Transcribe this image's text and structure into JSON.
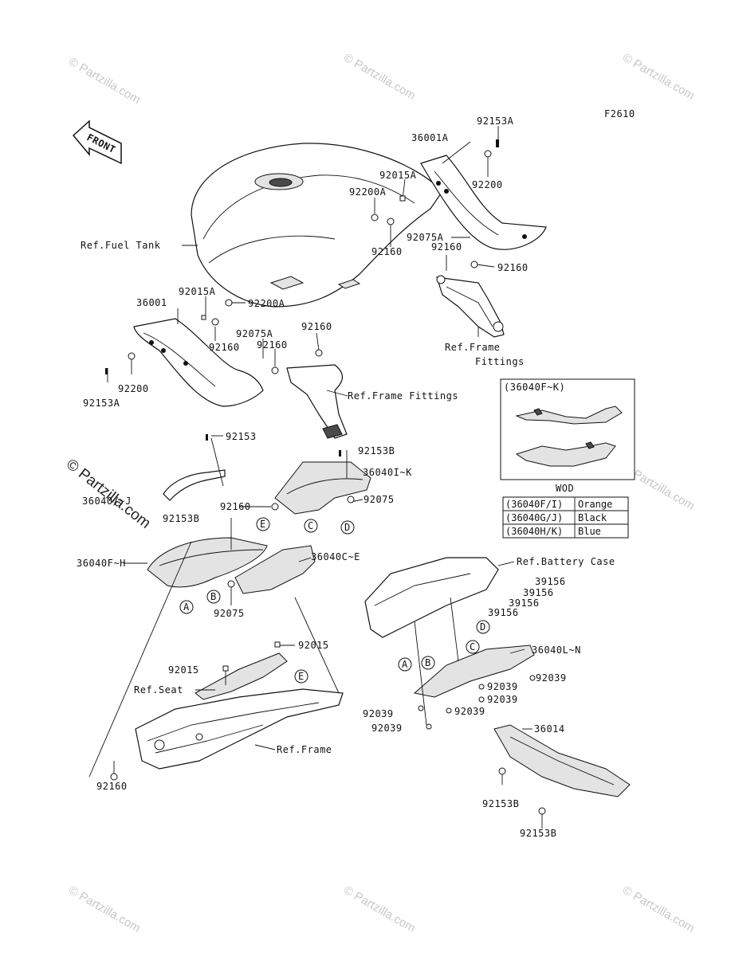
{
  "figure_code": "F2610",
  "front_arrow": "FRONT",
  "watermark": "© Partzilla.com",
  "parts": {
    "p92153A_top": "92153A",
    "p36001A": "36001A",
    "p92200_top": "92200",
    "p92015A_top": "92015A",
    "p92200A_top": "92200A",
    "p92160_a": "92160",
    "p92075A_top": "92075A",
    "p92160_b": "92160",
    "p92160_c": "92160",
    "ref_fuel_tank": "Ref.Fuel Tank",
    "ref_frame_fittings_r1": "Ref.Frame",
    "ref_frame_fittings_r2": "Fittings",
    "p36001": "36001",
    "p92015A_left": "92015A",
    "p92200A_left": "92200A",
    "p92075A_left": "92075A",
    "p92160_d": "92160",
    "p92160_e": "92160",
    "p92160_f": "92160",
    "p92200_left": "92200",
    "p92153A_left": "92153A",
    "ref_frame_fittings": "Ref.Frame Fittings",
    "p92153": "92153",
    "p92153B_a": "92153B",
    "p36040I_K": "36040I~K",
    "p36040_J": "36040/~J",
    "p92160_g": "92160",
    "p92075_a": "92075",
    "p92153B_b": "92153B",
    "p36040F_H": "36040F~H",
    "p36040C_E": "36040C~E",
    "p92075_b": "92075",
    "ref_battery_case": "Ref.Battery Case",
    "p39156_a": "39156",
    "p39156_b": "39156",
    "p39156_c": "39156",
    "p39156_d": "39156",
    "p92015_a": "92015",
    "p92015_b": "92015",
    "ref_seat": "Ref.Seat",
    "p36040L_N": "36040L~N",
    "p92039_a": "92039",
    "p92039_b": "92039",
    "p92039_c": "92039",
    "p92039_d": "92039",
    "p92039_e": "92039",
    "p92039_f": "92039",
    "ref_frame": "Ref.Frame",
    "p36014": "36014",
    "p92160_h": "92160",
    "p92153B_c": "92153B",
    "p92153B_d": "92153B"
  },
  "callouts": [
    "A",
    "B",
    "C",
    "D",
    "E"
  ],
  "inset": {
    "title": "(36040F~K)",
    "legend_title": "WOD",
    "rows": [
      {
        "code": "(36040F/I)",
        "color": "Orange"
      },
      {
        "code": "(36040G/J)",
        "color": "Black"
      },
      {
        "code": "(36040H/K)",
        "color": "Blue"
      }
    ]
  }
}
